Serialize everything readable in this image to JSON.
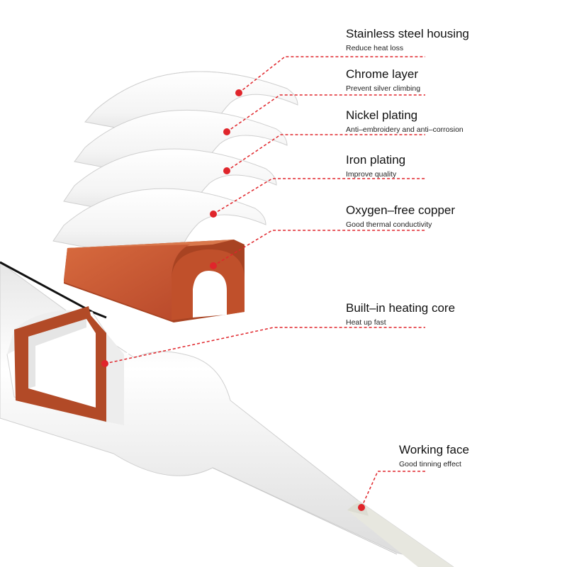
{
  "colors": {
    "accent": "#e0252b",
    "copper": "#c9562f",
    "copper_dark": "#9f3b1d",
    "shell": "#f2f2f2"
  },
  "callouts": [
    {
      "id": "stainless",
      "title": "Stainless steel housing",
      "subtitle": "Reduce heat loss"
    },
    {
      "id": "chrome",
      "title": "Chrome layer",
      "subtitle": "Prevent silver climbing"
    },
    {
      "id": "nickel",
      "title": "Nickel plating",
      "subtitle": "Anti–embroidery and anti–corrosion"
    },
    {
      "id": "iron",
      "title": "Iron plating",
      "subtitle": "Improve quality"
    },
    {
      "id": "copper",
      "title": "Oxygen–free copper",
      "subtitle": "Good thermal conductivity"
    },
    {
      "id": "core",
      "title": "Built–in heating core",
      "subtitle": "Heat up fast"
    },
    {
      "id": "tip",
      "title": "Working face",
      "subtitle": "Good tinning effect"
    }
  ]
}
